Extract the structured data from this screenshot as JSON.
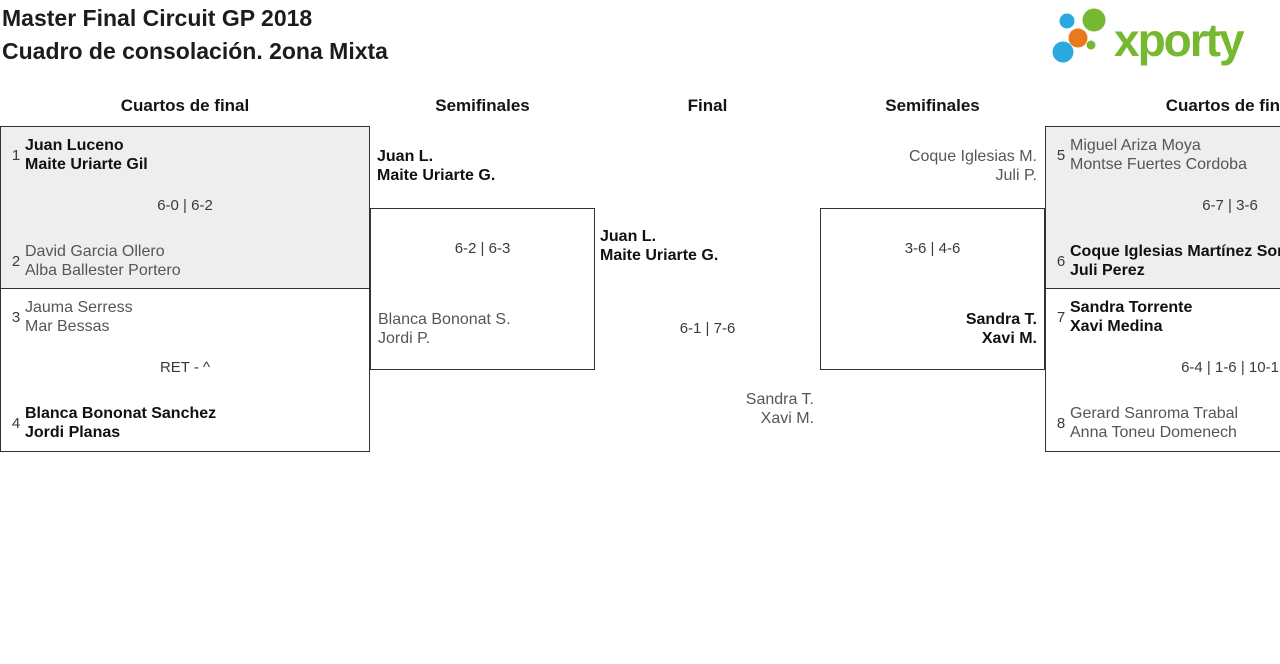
{
  "header": {
    "title_line1": "Master Final Circuit GP 2018",
    "title_line2": "Cuadro de consolación. 2ona Mixta"
  },
  "logo": {
    "wordmark": "xporty"
  },
  "round_headers": {
    "qf_left": "Cuartos de final",
    "sf_left": "Semifinales",
    "final": "Final",
    "sf_right": "Semifinales",
    "qf_right": "Cuartos de final"
  },
  "matches": {
    "qf1": {
      "seed_top": "1",
      "top_line1": "Juan Luceno",
      "top_line2": "Maite Uriarte Gil",
      "score": "6-0 | 6-2",
      "seed_bottom": "2",
      "bottom_line1": "David Garcia Ollero",
      "bottom_line2": "Alba Ballester Portero"
    },
    "qf2": {
      "seed_top": "3",
      "top_line1": "Jauma Serress",
      "top_line2": "Mar Bessas",
      "score": "RET - ^",
      "seed_bottom": "4",
      "bottom_line1": "Blanca Bononat Sanchez",
      "bottom_line2": "Jordi Planas"
    },
    "sf_left": {
      "top_line1": "Juan L.",
      "top_line2": "Maite Uriarte G.",
      "score": "6-2 | 6-3",
      "bottom_line1": "Blanca Bononat S.",
      "bottom_line2": "Jordi P."
    },
    "final": {
      "top_line1": "Juan L.",
      "top_line2": "Maite Uriarte G.",
      "score": "6-1 | 7-6",
      "bottom_line1": "Sandra T.",
      "bottom_line2": "Xavi M."
    },
    "sf_right": {
      "top_line1": "Coque Iglesias M.",
      "top_line2": "Juli P.",
      "score": "3-6 | 4-6",
      "bottom_line1": "Sandra T.",
      "bottom_line2": "Xavi M."
    },
    "qf3": {
      "seed_top": "5",
      "top_line1": "Miguel Ariza Moya",
      "top_line2": "Montse Fuertes Cordoba",
      "score": "6-7 | 3-6",
      "seed_bottom": "6",
      "bottom_line1": "Coque Iglesias Martínez Sor",
      "bottom_line2": "Juli Perez"
    },
    "qf4": {
      "seed_top": "7",
      "top_line1": "Sandra Torrente",
      "top_line2": "Xavi Medina",
      "score": "6-4 | 1-6 | 10-1",
      "seed_bottom": "8",
      "bottom_line1": "Gerard Sanroma Trabal",
      "bottom_line2": "Anna Toneu Domenech"
    }
  },
  "colors": {
    "logo_green": "#76b82f",
    "logo_blue": "#2aa9e0",
    "logo_orange": "#e87a1b",
    "box_gray": "#eeeeee",
    "border": "#333333"
  }
}
